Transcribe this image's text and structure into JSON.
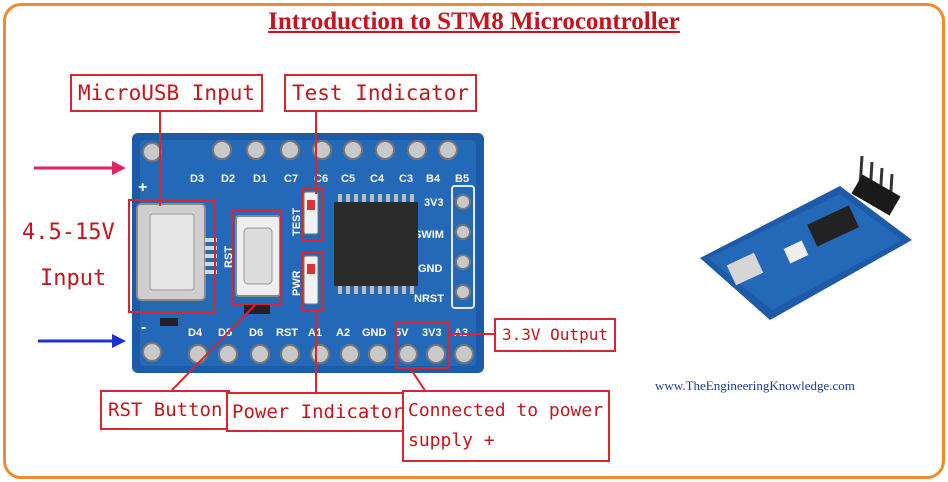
{
  "title": "Introduction to STM8 Microcontroller",
  "labels": {
    "micro_usb": "MicroUSB Input",
    "test_indicator": "Test Indicator",
    "voltage_range": "4.5-15V",
    "voltage_input": "Input",
    "output_33": "3.3V Output",
    "rst_button": "RST Button",
    "power_indicator": "Power Indicator",
    "connected_line1": "Connected to power",
    "connected_line2": "supply +"
  },
  "board": {
    "top_pins": [
      "D3",
      "D2",
      "D1",
      "C7",
      "C6",
      "C5",
      "C4",
      "C3",
      "B4",
      "B5"
    ],
    "bottom_pins": [
      "D4",
      "D5",
      "D6",
      "RST",
      "A1",
      "A2",
      "GND",
      "5V",
      "3V3",
      "A3"
    ],
    "side_pins": [
      "3V3",
      "SWIM",
      "GND",
      "NRST"
    ],
    "rst_silk": "RST",
    "test_silk": "TEST",
    "pwr_silk": "PWR",
    "plus_sign": "+",
    "minus_sign": "-"
  },
  "watermark": "www.TheEngineeringKnowledge.com",
  "colors": {
    "frame": "#f08a2a",
    "title": "#c4151c",
    "board": "#1d5aa8",
    "arrow_plus": "#e0245e",
    "arrow_minus": "#1f2fd1"
  }
}
